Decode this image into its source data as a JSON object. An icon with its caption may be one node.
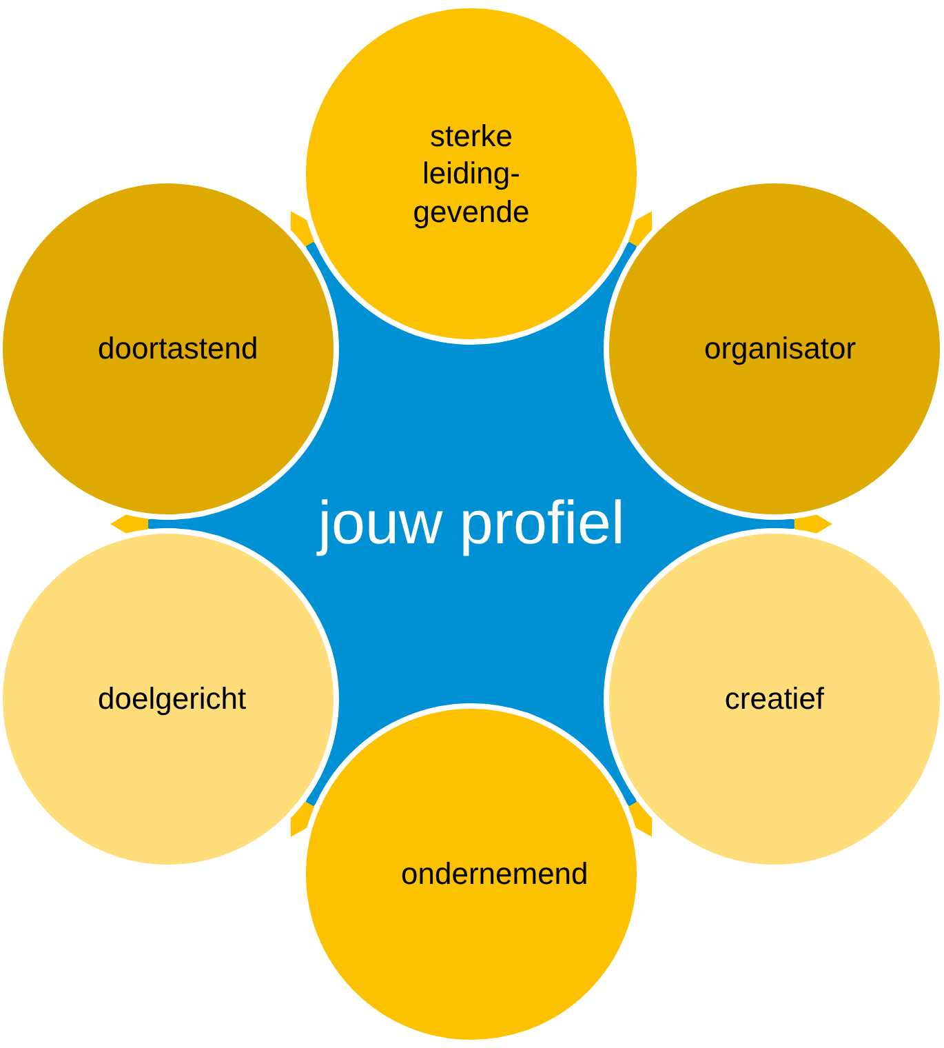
{
  "diagram": {
    "nodes": [
      {
        "text": [
          "jouw profiel"
        ]
      },
      {
        "text": [
          "sterke leiding- gevende"
        ]
      },
      {
        "text": [
          "doortastend"
        ]
      },
      {
        "text": [
          "organisator"
        ]
      },
      {
        "text": [
          "doelgericht"
        ]
      },
      {
        "text": [
          "creatief"
        ]
      },
      {
        "text": [
          "ondernemend"
        ]
      }
    ]
  }
}
